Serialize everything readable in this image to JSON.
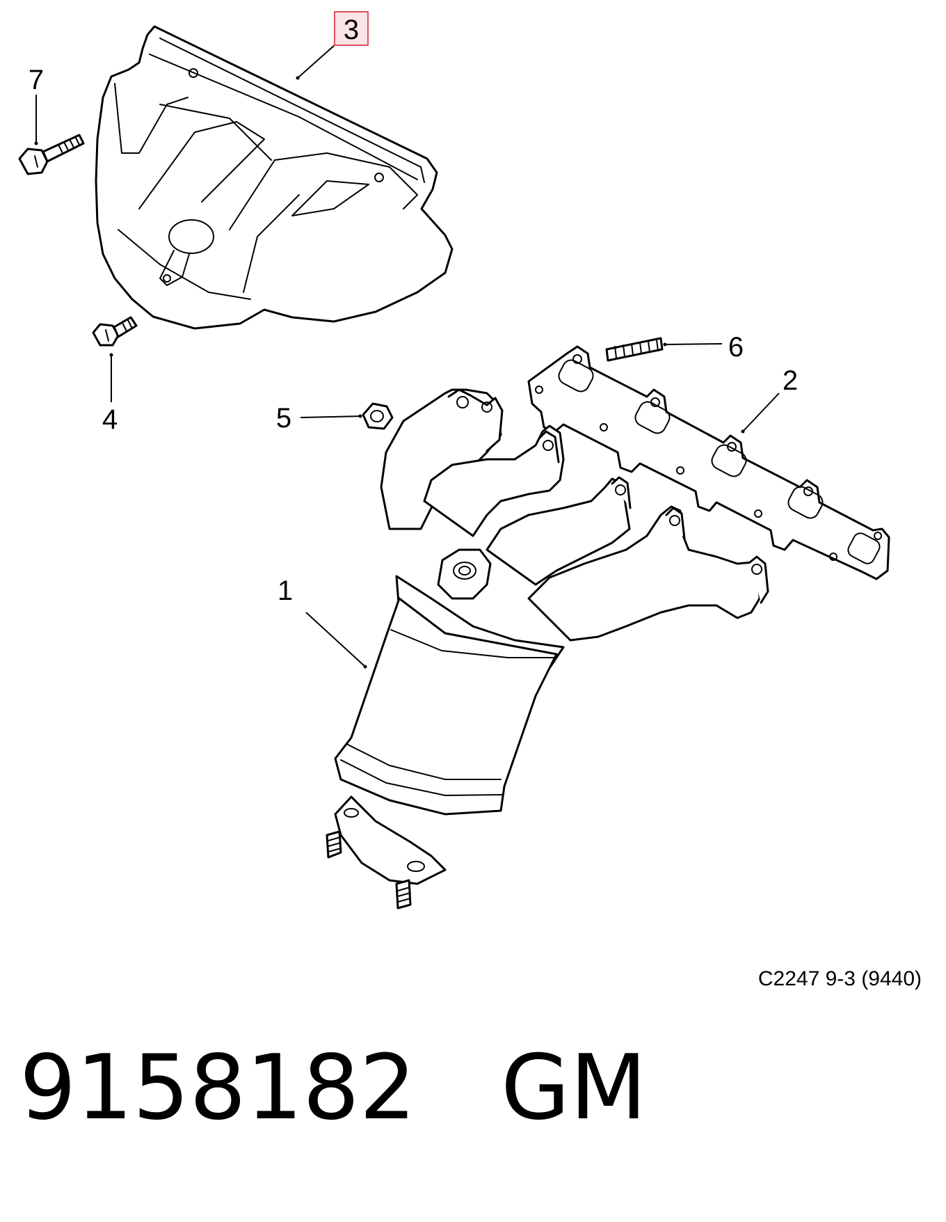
{
  "callouts": {
    "c1": "1",
    "c2": "2",
    "c3": "3",
    "c4": "4",
    "c5": "5",
    "c6": "6",
    "c7": "7"
  },
  "diagram_ref": "C2247 9-3 (9440)",
  "part_number": "9158182   GM",
  "colors": {
    "highlight_fill": "#fbe3e6",
    "highlight_stroke": "#e05060"
  }
}
